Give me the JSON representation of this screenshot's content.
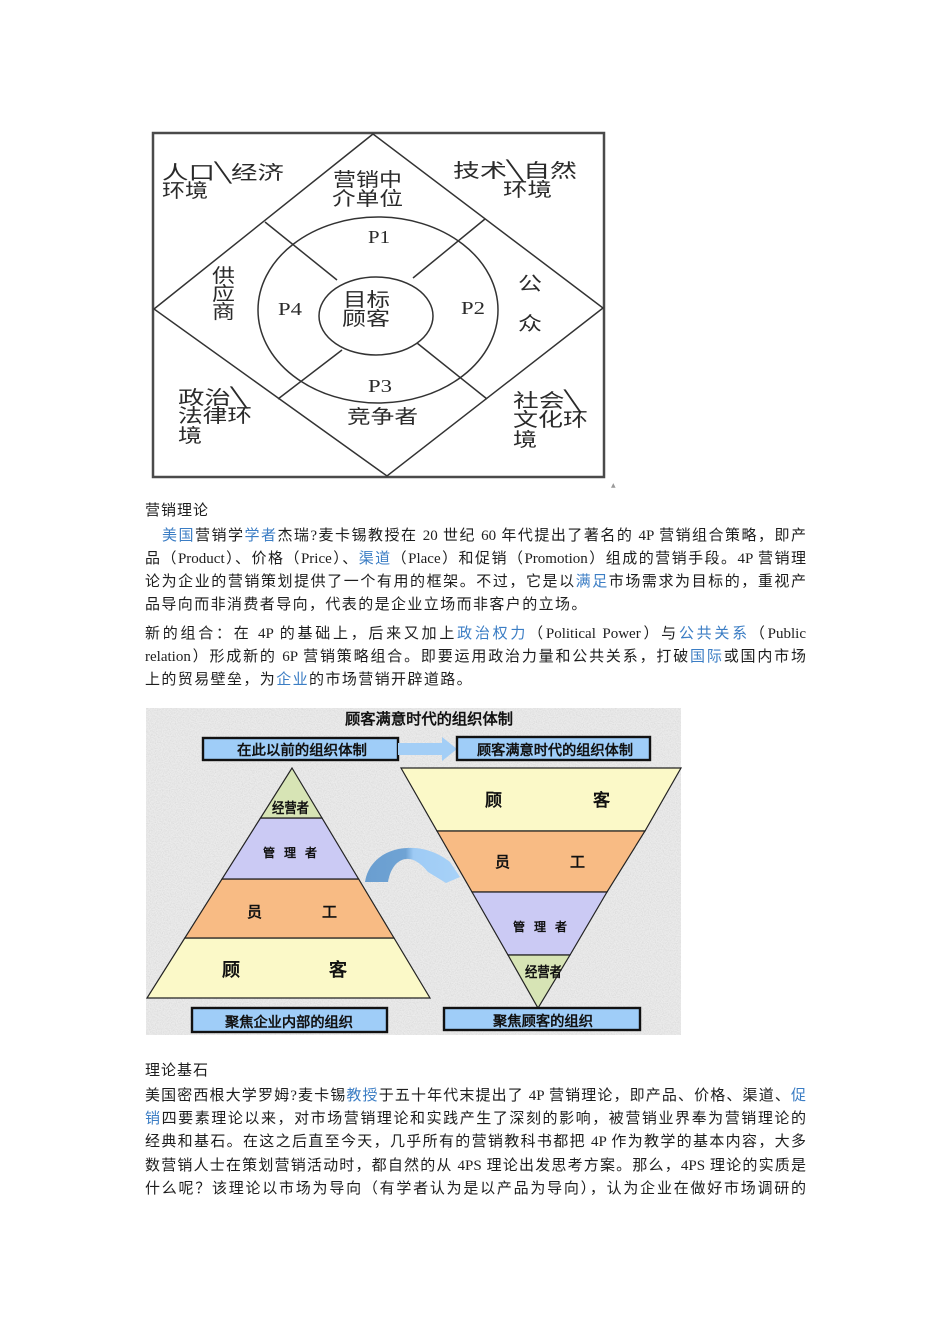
{
  "diagram_marketing_environment": {
    "outer_labels": {
      "top_left": [
        "人口╲经济",
        "环境"
      ],
      "top_right": [
        "技术╲自然",
        "环境"
      ],
      "bottom_left": [
        "政治╲",
        "法律环",
        "境"
      ],
      "bottom_right": [
        "社会╲",
        "文化环",
        "境"
      ]
    },
    "ring_labels": {
      "top": [
        "营销中",
        "介单位"
      ],
      "left": [
        "供",
        "应",
        "商"
      ],
      "right": [
        "公",
        "众"
      ],
      "bottom": "竞争者"
    },
    "p_labels": {
      "p1": "P1",
      "p2": "P2",
      "p3": "P3",
      "p4": "P4"
    },
    "center": [
      "目标",
      "顾客"
    ],
    "corner_mark": "▲"
  },
  "section_marketing_theory": {
    "heading": "营销理论",
    "paragraphs": [
      {
        "lines": [
          [
            {
              "text": "美国",
              "link": true
            },
            {
              "text": "营销学"
            },
            {
              "text": "学者",
              "link": true
            },
            {
              "text": "杰瑞?麦卡锡教授在 20 世纪 60 年代提出了著名的 4P 营销组合策略，即产"
            }
          ],
          [
            {
              "text": "品（Product）、价格（Price）、"
            },
            {
              "text": "渠道",
              "link": true
            },
            {
              "text": "（Place）和促销（Promotion）组成的营销手段。4P 营销理"
            }
          ],
          [
            {
              "text": "论为企业的营销策划提供了一个有用的框架。不过，它是以"
            },
            {
              "text": "满足",
              "link": true
            },
            {
              "text": "市场需求为目标的，重视产"
            }
          ],
          [
            {
              "text": "品导向而非消费者导向，代表的是企业立场而非客户的立场。"
            }
          ]
        ]
      },
      {
        "lines": [
          [
            {
              "text": "新的组合：在 4P 的基础上，后来又加上"
            },
            {
              "text": "政治权力",
              "link": true
            },
            {
              "text": "（Political Power）与"
            },
            {
              "text": "公共关系",
              "link": true
            },
            {
              "text": "（Public"
            }
          ],
          [
            {
              "text": "relation）形成新的 6P 营销策略组合。即要运用政治力量和公共关系，打破"
            },
            {
              "text": "国际",
              "link": true
            },
            {
              "text": "或国内市场"
            }
          ],
          [
            {
              "text": "上的贸易壁垒，为"
            },
            {
              "text": "企业",
              "link": true
            },
            {
              "text": "的市场营销开辟道路。"
            }
          ]
        ]
      }
    ]
  },
  "diagram_org_structure": {
    "title": "顾客满意时代的组织体制",
    "left": {
      "header": "在此以前的组织体制",
      "layers": [
        "经营者",
        "管理者",
        "员工",
        "顾客"
      ],
      "footer": "聚焦企业内部的组织"
    },
    "right": {
      "header": "顾客满意时代的组织体制",
      "layers": [
        "顾客",
        "员工",
        "管理者",
        "经营者"
      ],
      "footer": "聚焦顾客的组织"
    },
    "colors": {
      "executive": "#d7e4b5",
      "manager": "#cbcaf4",
      "staff": "#f8bb84",
      "customer": "#fbf9c8",
      "header_box": "#9fcdf8",
      "arrow": "#a3cef6",
      "background": "#ebebeb"
    }
  },
  "section_theory_foundation": {
    "heading": "理论基石",
    "paragraphs": [
      {
        "lines": [
          [
            {
              "text": "美国密西根大学罗姆?麦卡锡"
            },
            {
              "text": "教授",
              "link": true
            },
            {
              "text": "于五十年代末提出了 4P 营销理论，即产品、价格、渠道、"
            },
            {
              "text": "促",
              "link": true
            }
          ],
          [
            {
              "text": "销",
              "link": true
            },
            {
              "text": "四要素理论以来，对市场营销理论和实践产生了深刻的影响，被营销业界奉为营销理论的"
            }
          ],
          [
            {
              "text": "经典和基石。在这之后直至今天，几乎所有的营销教科书都把 4P 作为教学的基本内容，大多"
            }
          ],
          [
            {
              "text": "数营销人士在策划营销活动时，都自然的从 4PS 理论出发思考方案。那么，4PS 理论的实质是"
            }
          ],
          [
            {
              "text": "什么呢？该理论以市场为导向（有学者认为是以产品为导向），认为企业在做好市场调研的"
            }
          ]
        ]
      }
    ]
  }
}
